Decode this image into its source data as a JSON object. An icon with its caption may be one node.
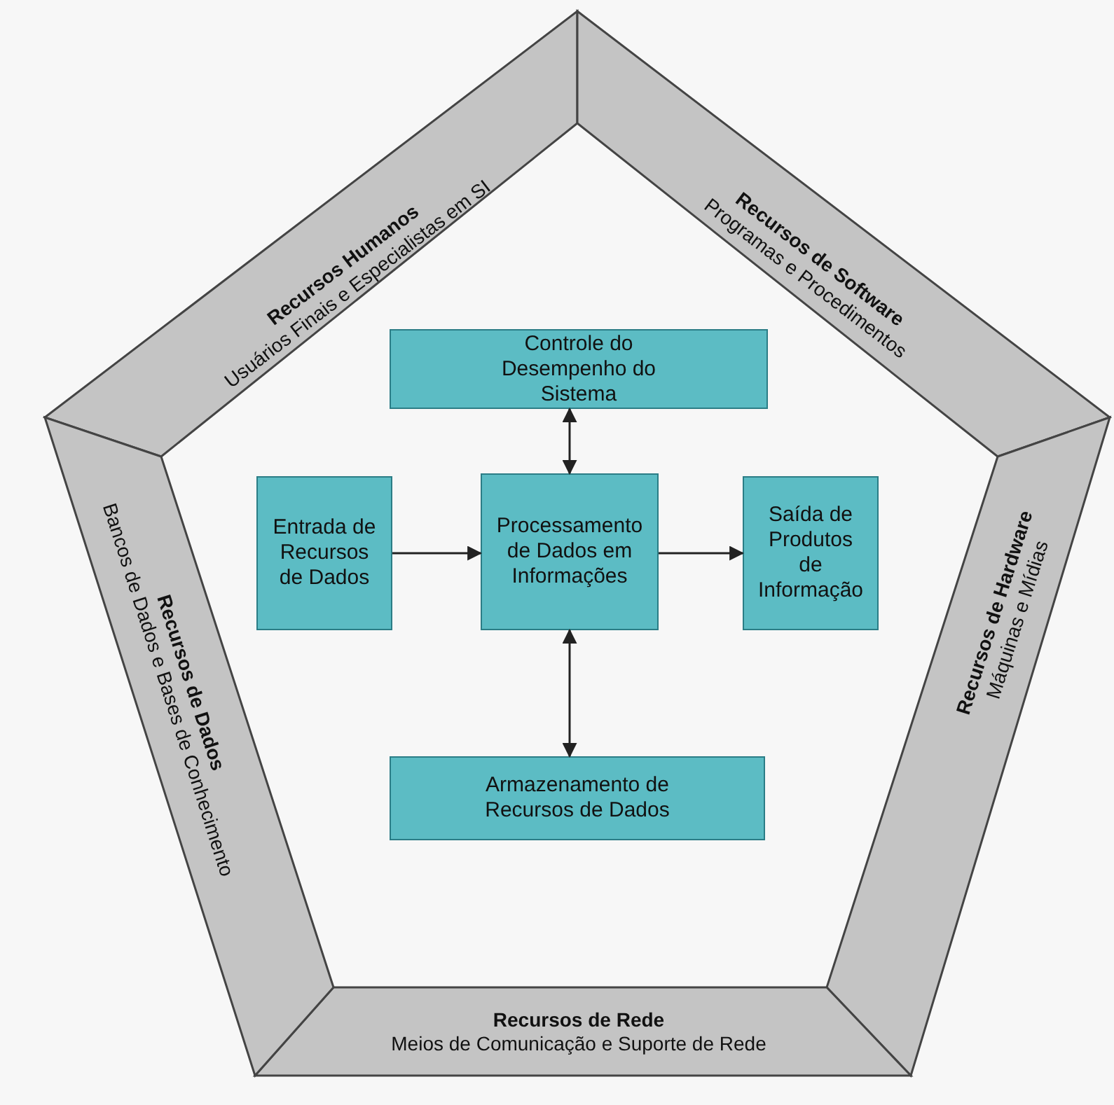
{
  "diagram": {
    "nodes": [
      {
        "text": [
          "Recursos Humanos",
          "Usuários Finais e Especialistas em SI"
        ]
      },
      {
        "text": [
          "Recursos de Software",
          "Programas e Procedimentos"
        ]
      },
      {
        "text": [
          "Recursos de Hardware",
          "Máquinas e Mídias"
        ]
      },
      {
        "text": [
          "Recursos de Rede",
          "Meios de Comunicação e Suporte de Rede"
        ]
      },
      {
        "text": [
          "Recursos de Dados",
          "Bancos de Dados e Bases de Conhecimento"
        ]
      },
      {
        "text": [
          "Controle do Desempenho do Sistema"
        ]
      },
      {
        "text": [
          "Entrada de Recursos de Dados"
        ]
      },
      {
        "text": [
          "Processamento de Dados em Informações"
        ]
      },
      {
        "text": [
          "Saída de Produtos de Informação"
        ]
      },
      {
        "text": [
          "Armazenamento de Recursos de Dados"
        ]
      }
    ],
    "edges": [
      {
        "from": 6,
        "to": 7,
        "arrow": "to"
      },
      {
        "from": 7,
        "to": 8,
        "arrow": "to"
      },
      {
        "from": 7,
        "to": 5,
        "arrow": "both"
      },
      {
        "from": 7,
        "to": 9,
        "arrow": "both"
      }
    ]
  }
}
